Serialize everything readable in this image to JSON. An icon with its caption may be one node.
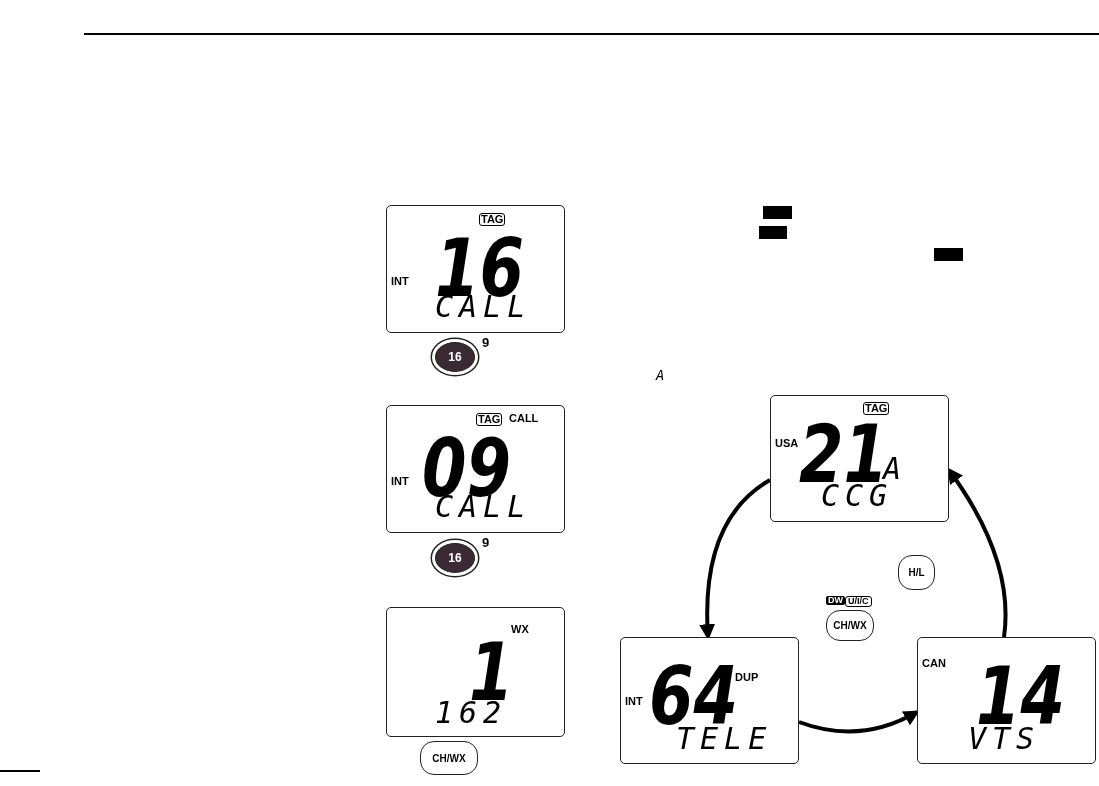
{
  "diagram": {
    "nodes": [
      {
        "text": [
          "TAG",
          "INT",
          "16",
          "CALL"
        ]
      },
      {
        "text": [
          "16"
        ],
        "beside": [
          "9"
        ]
      },
      {
        "text": [
          "TAG",
          "CALL",
          "INT",
          "09",
          "CALL"
        ]
      },
      {
        "text": [
          "16"
        ],
        "beside": [
          "9"
        ]
      },
      {
        "text": [
          "WX",
          "1",
          "162"
        ]
      },
      {
        "text": [
          "CH/WX"
        ]
      },
      {
        "text": [
          "TAG",
          "USA",
          "21",
          "A",
          "CCG"
        ]
      },
      {
        "text": [
          "H/L"
        ]
      },
      {
        "text": [
          "CH/WX"
        ],
        "beside": [
          "DW",
          "U/I/C"
        ]
      },
      {
        "text": [
          "INT",
          "64",
          "DUP",
          "TELE"
        ]
      },
      {
        "text": [
          "CAN",
          "14",
          "VTS"
        ]
      }
    ],
    "edges": [
      {
        "from": 6,
        "to": 9,
        "arrow": "to"
      },
      {
        "from": 9,
        "to": 10,
        "arrow": "to"
      },
      {
        "from": 10,
        "to": 6,
        "arrow": "to"
      }
    ],
    "labels": [
      "A"
    ]
  }
}
